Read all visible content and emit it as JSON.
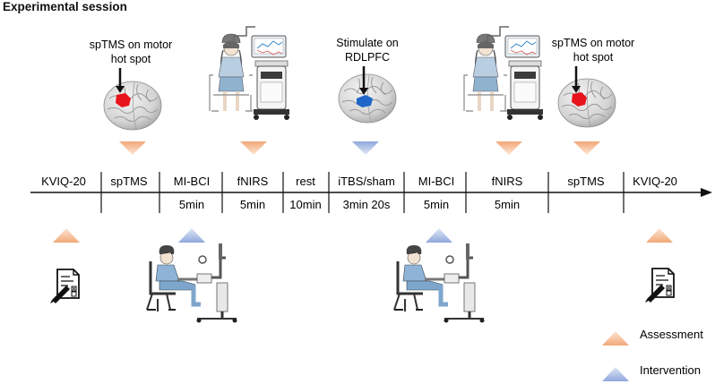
{
  "title": "Experimental session",
  "top_labels": {
    "spTMS_1": [
      "spTMS on motor",
      "hot spot"
    ],
    "stimulate": [
      "Stimulate on",
      "RDLPFC"
    ],
    "spTMS_2": [
      "spTMS on motor",
      "hot spot"
    ]
  },
  "steps": [
    {
      "label": "KVIQ-20",
      "duration": ""
    },
    {
      "label": "spTMS",
      "duration": ""
    },
    {
      "label": "MI-BCI",
      "duration": "5min"
    },
    {
      "label": "fNIRS",
      "duration": "5min"
    },
    {
      "label": "rest",
      "duration": "10min"
    },
    {
      "label": "iTBS/sham",
      "duration": "3min 20s"
    },
    {
      "label": "MI-BCI",
      "duration": "5min"
    },
    {
      "label": "fNIRS",
      "duration": "5min"
    },
    {
      "label": "spTMS",
      "duration": ""
    },
    {
      "label": "KVIQ-20",
      "duration": ""
    }
  ],
  "legend": {
    "assessment": "Assessment",
    "intervention": "Intervention"
  },
  "colors": {
    "assessment": "#f2a878",
    "intervention": "#8fa8dc",
    "motor_spot": "#e8141c",
    "rdlpfc_spot": "#1f66c8"
  }
}
